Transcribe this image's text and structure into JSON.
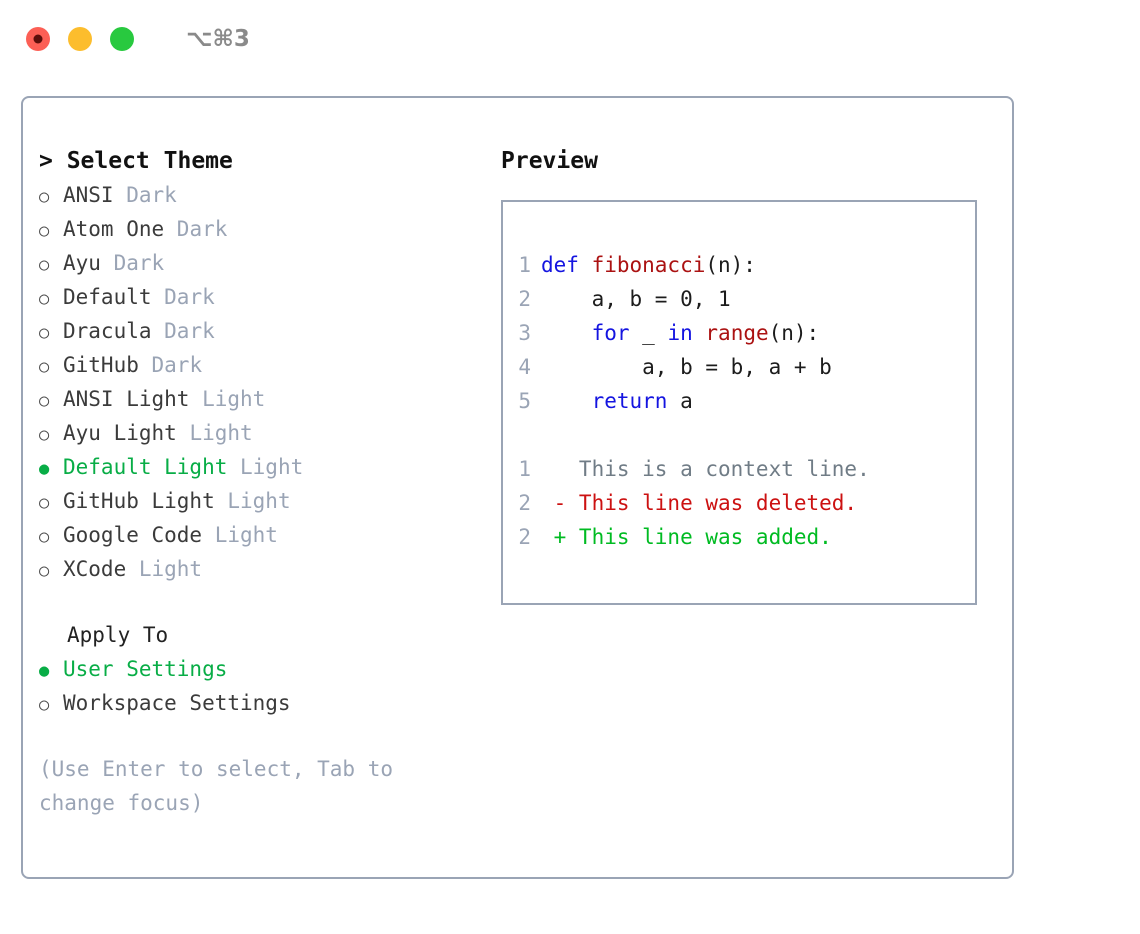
{
  "titlebar": {
    "shortcut": "⌥⌘3",
    "buttons": [
      {
        "name": "close",
        "color": "#fc5f55"
      },
      {
        "name": "minimize",
        "color": "#fcbd2d"
      },
      {
        "name": "maximize",
        "color": "#28c93f"
      }
    ]
  },
  "theme_panel": {
    "title": "> Select Theme",
    "bullet_selected": "●",
    "bullet_unselected": "○",
    "items": [
      {
        "name": "ANSI",
        "kind": "Dark",
        "selected": false
      },
      {
        "name": "Atom One",
        "kind": "Dark",
        "selected": false
      },
      {
        "name": "Ayu",
        "kind": "Dark",
        "selected": false
      },
      {
        "name": "Default",
        "kind": "Dark",
        "selected": false
      },
      {
        "name": "Dracula",
        "kind": "Dark",
        "selected": false
      },
      {
        "name": "GitHub",
        "kind": "Dark",
        "selected": false
      },
      {
        "name": "ANSI Light",
        "kind": "Light",
        "selected": false
      },
      {
        "name": "Ayu Light",
        "kind": "Light",
        "selected": false
      },
      {
        "name": "Default Light",
        "kind": "Light",
        "selected": true
      },
      {
        "name": "GitHub Light",
        "kind": "Light",
        "selected": false
      },
      {
        "name": "Google Code",
        "kind": "Light",
        "selected": false
      },
      {
        "name": "XCode",
        "kind": "Light",
        "selected": false
      }
    ]
  },
  "apply_to": {
    "title": "Apply To",
    "options": [
      {
        "label": "User Settings",
        "selected": true
      },
      {
        "label": "Workspace Settings",
        "selected": false
      }
    ]
  },
  "hint": "(Use Enter to select, Tab to change focus)",
  "preview": {
    "title": "Preview",
    "code_lines": [
      {
        "no": "1",
        "tokens": [
          {
            "t": "def ",
            "c": "kw"
          },
          {
            "t": "fibonacci",
            "c": "fn"
          },
          {
            "t": "(n):",
            "c": "plain"
          }
        ]
      },
      {
        "no": "2",
        "tokens": [
          {
            "t": "    a, b = 0, 1",
            "c": "plain"
          }
        ]
      },
      {
        "no": "3",
        "tokens": [
          {
            "t": "    ",
            "c": "plain"
          },
          {
            "t": "for",
            "c": "kw"
          },
          {
            "t": " _ ",
            "c": "plain"
          },
          {
            "t": "in",
            "c": "kw"
          },
          {
            "t": " ",
            "c": "plain"
          },
          {
            "t": "range",
            "c": "fn"
          },
          {
            "t": "(n):",
            "c": "plain"
          }
        ]
      },
      {
        "no": "4",
        "tokens": [
          {
            "t": "        a, b = b, a + b",
            "c": "plain"
          }
        ]
      },
      {
        "no": "5",
        "tokens": [
          {
            "t": "    ",
            "c": "plain"
          },
          {
            "t": "return",
            "c": "kw"
          },
          {
            "t": " a",
            "c": "plain"
          }
        ]
      }
    ],
    "diff_lines": [
      {
        "no": "1",
        "marker": "  ",
        "text": "This is a context line.",
        "kind": "ctx"
      },
      {
        "no": "2",
        "marker": "- ",
        "text": "This line was deleted.",
        "kind": "del"
      },
      {
        "no": "2",
        "marker": "+ ",
        "text": "This line was added.",
        "kind": "add"
      }
    ]
  },
  "colors": {
    "accent_green": "#08ad46",
    "border": "#9aa4b5",
    "muted": "#9aa4b5",
    "keyword": "#1414e0",
    "function": "#ab1212",
    "diff_deleted": "#cc1111",
    "diff_added": "#00bb22",
    "diff_context": "#707c86"
  }
}
